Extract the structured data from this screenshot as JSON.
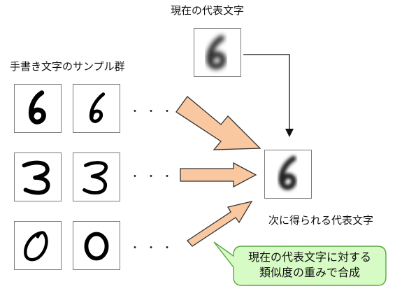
{
  "labels": {
    "current_representative": "現在の代表文字",
    "handwritten_samples": "手書き文字のサンプル群",
    "next_representative": "次に得られる代表文字"
  },
  "callout": {
    "line1": "現在の代表文字に対する",
    "line2": "類似度の重みで合成"
  },
  "rows": [
    {
      "digit": "6",
      "continuation": "・・・"
    },
    {
      "digit": "3",
      "continuation": "・・・"
    },
    {
      "digit": "0",
      "continuation": "・・・"
    }
  ],
  "representative_digit": "6",
  "colors": {
    "arrow_fill": "#f9c8a0",
    "arrow_stroke": "#333333",
    "callout_fill": "#d7fbc4",
    "callout_stroke": "#5aa844"
  }
}
